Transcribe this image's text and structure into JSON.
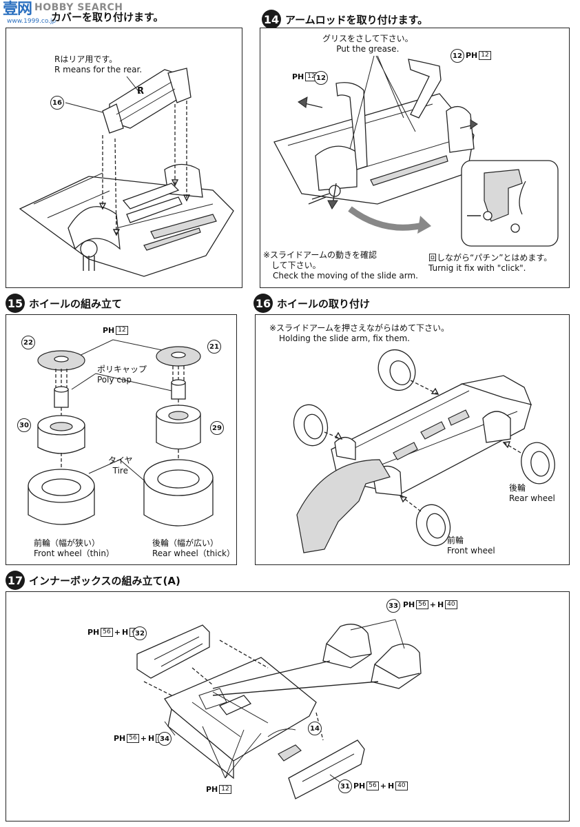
{
  "watermark": {
    "logo": "壹网",
    "brand": "HOBBY SEARCH",
    "url": "www.1999.co.jp"
  },
  "step13": {
    "title": "カバーを取り付けます。",
    "note_ja": "Rはリア用です。",
    "note_en": "R means for the rear.",
    "r_mark": "R",
    "part": "16"
  },
  "step14": {
    "number": "14",
    "title": "アームロッドを取り付けます。",
    "grease_ja": "グリスをさして下さい。",
    "grease_en": "Put the grease.",
    "check_ja1": "※スライドアームの動きを確認",
    "check_ja2": "して下さい。",
    "check_en": "Check the moving of the slide arm.",
    "twist_ja": "回しながら“パチン”とはめます。",
    "twist_en": "Turnig it fix with \"click\".",
    "part_left": "12",
    "part_right": "12",
    "ph_left": "12",
    "ph_right": "12"
  },
  "step15": {
    "number": "15",
    "title": "ホイールの組み立て",
    "ph": "12",
    "polycap_ja": "ポリキャップ",
    "polycap_en": "Poly cap",
    "tire_ja": "タイヤ",
    "tire_en": "Tire",
    "front_ja": "前輪（幅が狭い）",
    "front_en": "Front wheel（thin）",
    "rear_ja": "後輪（幅が広い）",
    "rear_en": "Rear wheel（thick）",
    "p22": "22",
    "p21": "21",
    "p30": "30",
    "p29": "29"
  },
  "step16": {
    "number": "16",
    "title": "ホイールの取り付け",
    "note_ja": "※スライドアームを押さえながらはめて下さい。",
    "note_en": "Holding the slide arm, fix them.",
    "rear_ja": "後輪",
    "rear_en": "Rear wheel",
    "front_ja": "前輪",
    "front_en": "Front wheel"
  },
  "step17": {
    "number": "17",
    "title": "インナーボックスの組み立て(A)",
    "p33": "33",
    "p32": "32",
    "p34": "34",
    "p14": "14",
    "p31": "31",
    "ph56": "56",
    "h40": "40",
    "ph12": "12"
  },
  "ph_prefix": "PH",
  "h_prefix": "H"
}
